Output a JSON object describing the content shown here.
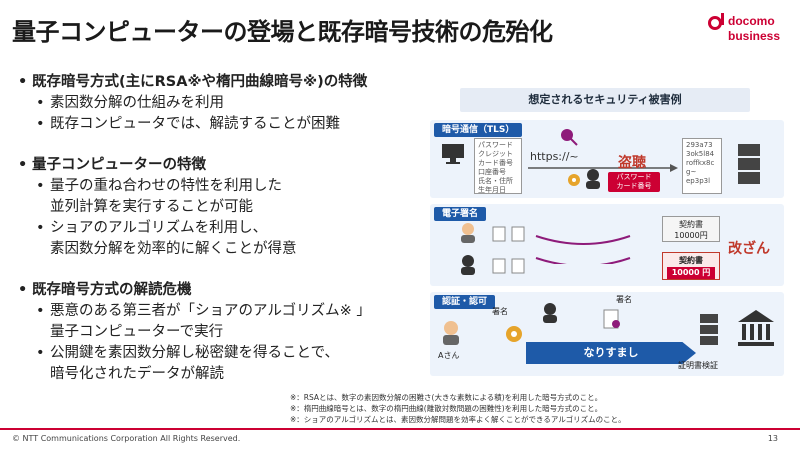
{
  "title": "量子コンピューターの登場と既存暗号技術の危殆化",
  "logo": {
    "line1": "docomo",
    "line2": "business"
  },
  "bullets": {
    "s1_head": "既存暗号方式(主にRSA※や楕円曲線暗号※)の特徴",
    "s1_items": [
      "素因数分解の仕組みを利用",
      "既存コンピュータでは、解読することが困難"
    ],
    "s2_head": "量子コンピューターの特徴",
    "s2_i1_l1": "量子の重ね合わせの特性を利用した",
    "s2_i1_l2": "並列計算を実行することが可能",
    "s2_i2_l1": "ショアのアルゴリズムを利用し、",
    "s2_i2_l2": "素因数分解を効率的に解くことが得意",
    "s3_head": "既存暗号方式の解読危機",
    "s3_i1_l1": "悪意のある第三者が「ショアのアルゴリズム※ 」",
    "s3_i1_l2": "量子コンピューターで実行",
    "s3_i2_l1": "公開鍵を素因数分解し秘密鍵を得ることで、",
    "s3_i2_l2": "暗号化されたデータが解読"
  },
  "panel": {
    "title": "想定されるセキュリティ被害例",
    "sec1": {
      "label": "暗号通信（TLS）",
      "doc_lines": [
        "パスワード",
        "クレジット",
        "カード番号",
        "口座番号",
        "氏名・住所",
        "生年月日"
      ],
      "url": "https://~",
      "alert": "盗聴",
      "stolen_lines": [
        "パスワード",
        "カード番号"
      ],
      "cipher_lines": [
        "293a73",
        "3ok5l84",
        "roffkx8c",
        "g~",
        "ep3p3l"
      ]
    },
    "sec2": {
      "label": "電子署名",
      "orig_doc_lines": [
        "契約書",
        "10000円"
      ],
      "forged_doc_lines": [
        "契約書",
        "10000 円"
      ],
      "alert": "改ざん"
    },
    "sec3": {
      "label": "認証・認可",
      "sign_label_1": "署名",
      "sign_label_2": "署名",
      "user_label": "Aさん",
      "alert": "なりすまし",
      "verify_label": "証明書検証"
    }
  },
  "footnotes": [
    "※：RSAとは、数字の素因数分解の困難さ(大きな素数による積)を利用した暗号方式のこと。",
    "※：楕円曲線暗号とは、数字の楕円曲線(離散対数問題の困難性)を利用した暗号方式のこと。",
    "※：ショアのアルゴリズムとは、素因数分解問題を効率よく解くことができるアルゴリズムのこと。"
  ],
  "copyright": "© NTT Communications Corporation All Rights Reserved.",
  "page_number": "13",
  "colors": {
    "brand": "#cc0033",
    "accent_blue": "#1e5aa8",
    "panel_bg": "#edf3fb",
    "alert_red": "#c0392b"
  }
}
